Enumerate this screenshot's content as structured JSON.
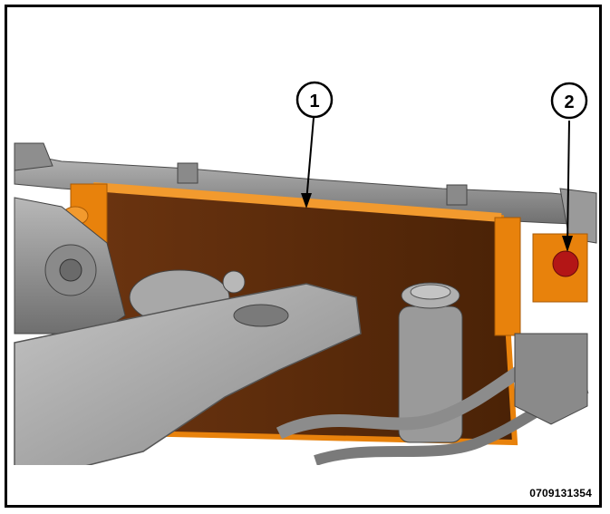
{
  "figure": {
    "figure_id": "0709131354",
    "callouts": [
      {
        "number": "1"
      },
      {
        "number": "2"
      }
    ]
  },
  "colors": {
    "radiator_core": "#5a2a08",
    "radiator_frame": "#e8820c",
    "cap_red": "#b31616",
    "engine_gray": "#9a9a9a"
  }
}
